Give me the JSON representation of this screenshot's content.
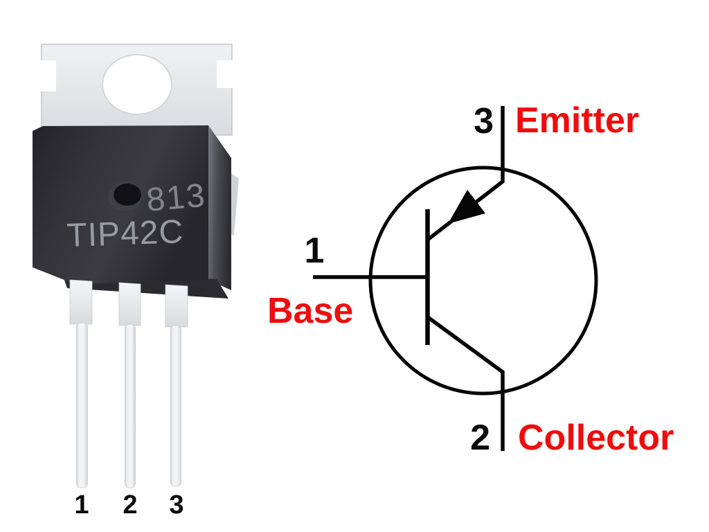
{
  "page": {
    "description": "TIP42C PNP transistor TO-220 package pinout diagram",
    "background": "#ffffff"
  },
  "package_photo": {
    "package": "TO-220",
    "date_code": "813",
    "part_number": "TIP42C",
    "pin_numbers": {
      "pin1": "1",
      "pin2": "2",
      "pin3": "3"
    }
  },
  "schematic": {
    "symbol": "PNP transistor",
    "emitter": {
      "number": "3",
      "label": "Emitter"
    },
    "base": {
      "number": "1",
      "label": "Base"
    },
    "collector": {
      "number": "2",
      "label": "Collector"
    },
    "colors": {
      "label_red": "#ee0d0d",
      "line_black": "#050505",
      "number_black": "#0a0a0a"
    }
  }
}
